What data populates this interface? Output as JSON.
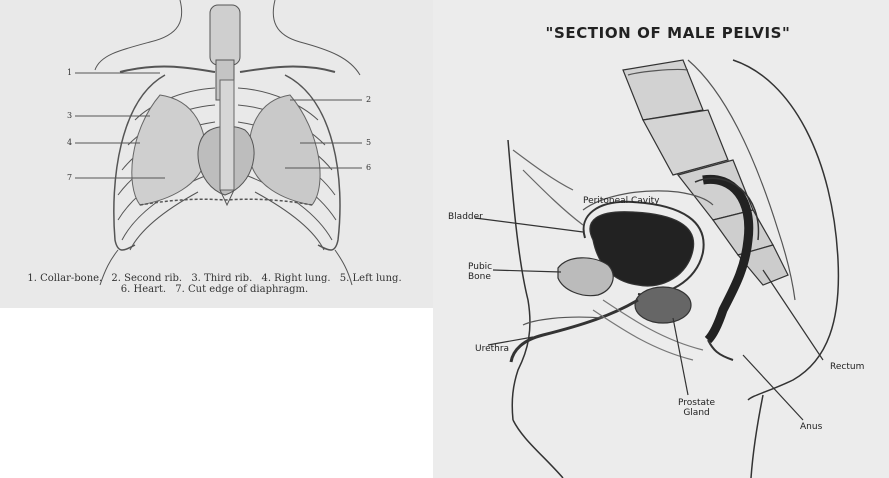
{
  "thorax": {
    "numbers": [
      "1",
      "2",
      "3",
      "4",
      "5",
      "6",
      "7"
    ],
    "caption_line1": [
      "1. Collar-bone.",
      "2. Second rib.",
      "3. Third rib.",
      "4. Right lung.",
      "5. Left lung."
    ],
    "caption_line2": [
      "6. Heart.",
      "7. Cut edge of diaphragm."
    ]
  },
  "pelvis": {
    "title": "\"SECTION OF MALE PELVIS\"",
    "labels": {
      "peritoneal_cavity": "Peritoneal Cavity",
      "bladder": "Bladder",
      "pubic_bone_1": "Pubic",
      "pubic_bone_2": "Bone",
      "urethra": "Urethra",
      "prostate_1": "Prostate",
      "prostate_2": "Gland",
      "rectum": "Rectum",
      "anus": "Anus"
    }
  }
}
